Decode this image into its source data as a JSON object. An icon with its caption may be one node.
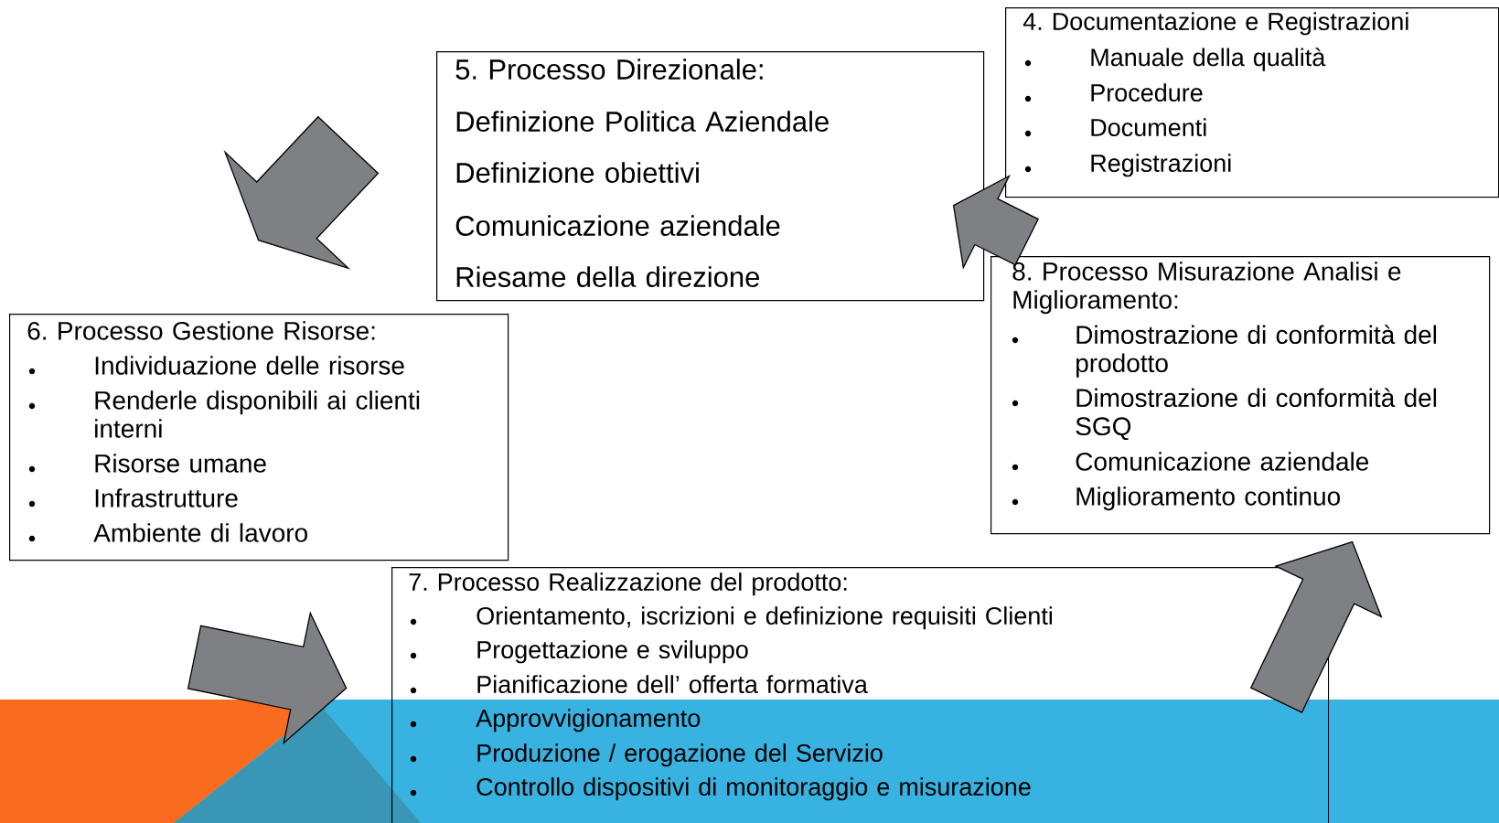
{
  "diagram": {
    "nodes": [
      {
        "text": [
          "4. Documentazione e Registrazioni",
          "Manuale della qualità",
          "Procedure",
          "Documenti",
          "Registrazioni"
        ]
      },
      {
        "text": [
          "5. Processo Direzionale:",
          "Definizione Politica Aziendale",
          "Definizione obiettivi",
          "Comunicazione aziendale",
          "Riesame della direzione"
        ]
      },
      {
        "text": [
          "8. Processo Misurazione Analisi e Miglioramento:",
          "Dimostrazione di conformità del prodotto",
          "Dimostrazione di conformità del SGQ",
          "Comunicazione aziendale",
          "Miglioramento continuo"
        ]
      },
      {
        "text": [
          "6. Processo Gestione Risorse:",
          "Individuazione delle risorse",
          "Renderle disponibili ai clienti interni",
          "Risorse umane",
          "Infrastrutture",
          "Ambiente di lavoro"
        ]
      },
      {
        "text": [
          "7. Processo Realizzazione del prodotto:",
          "Orientamento, iscrizioni e definizione requisiti Clienti",
          "Progettazione e sviluppo",
          "Pianificazione dell’ offerta formativa",
          "Approvvigionamento",
          "Produzione / erogazione del Servizio",
          "Controllo dispositivi di monitoraggio e misurazione"
        ]
      }
    ],
    "edges": [
      {
        "from": 1,
        "to": 3,
        "arrow": "to"
      },
      {
        "from": 3,
        "to": 4,
        "arrow": "to"
      },
      {
        "from": 4,
        "to": 2,
        "arrow": "to"
      },
      {
        "from": 2,
        "to": 1,
        "arrow": "to"
      }
    ]
  }
}
